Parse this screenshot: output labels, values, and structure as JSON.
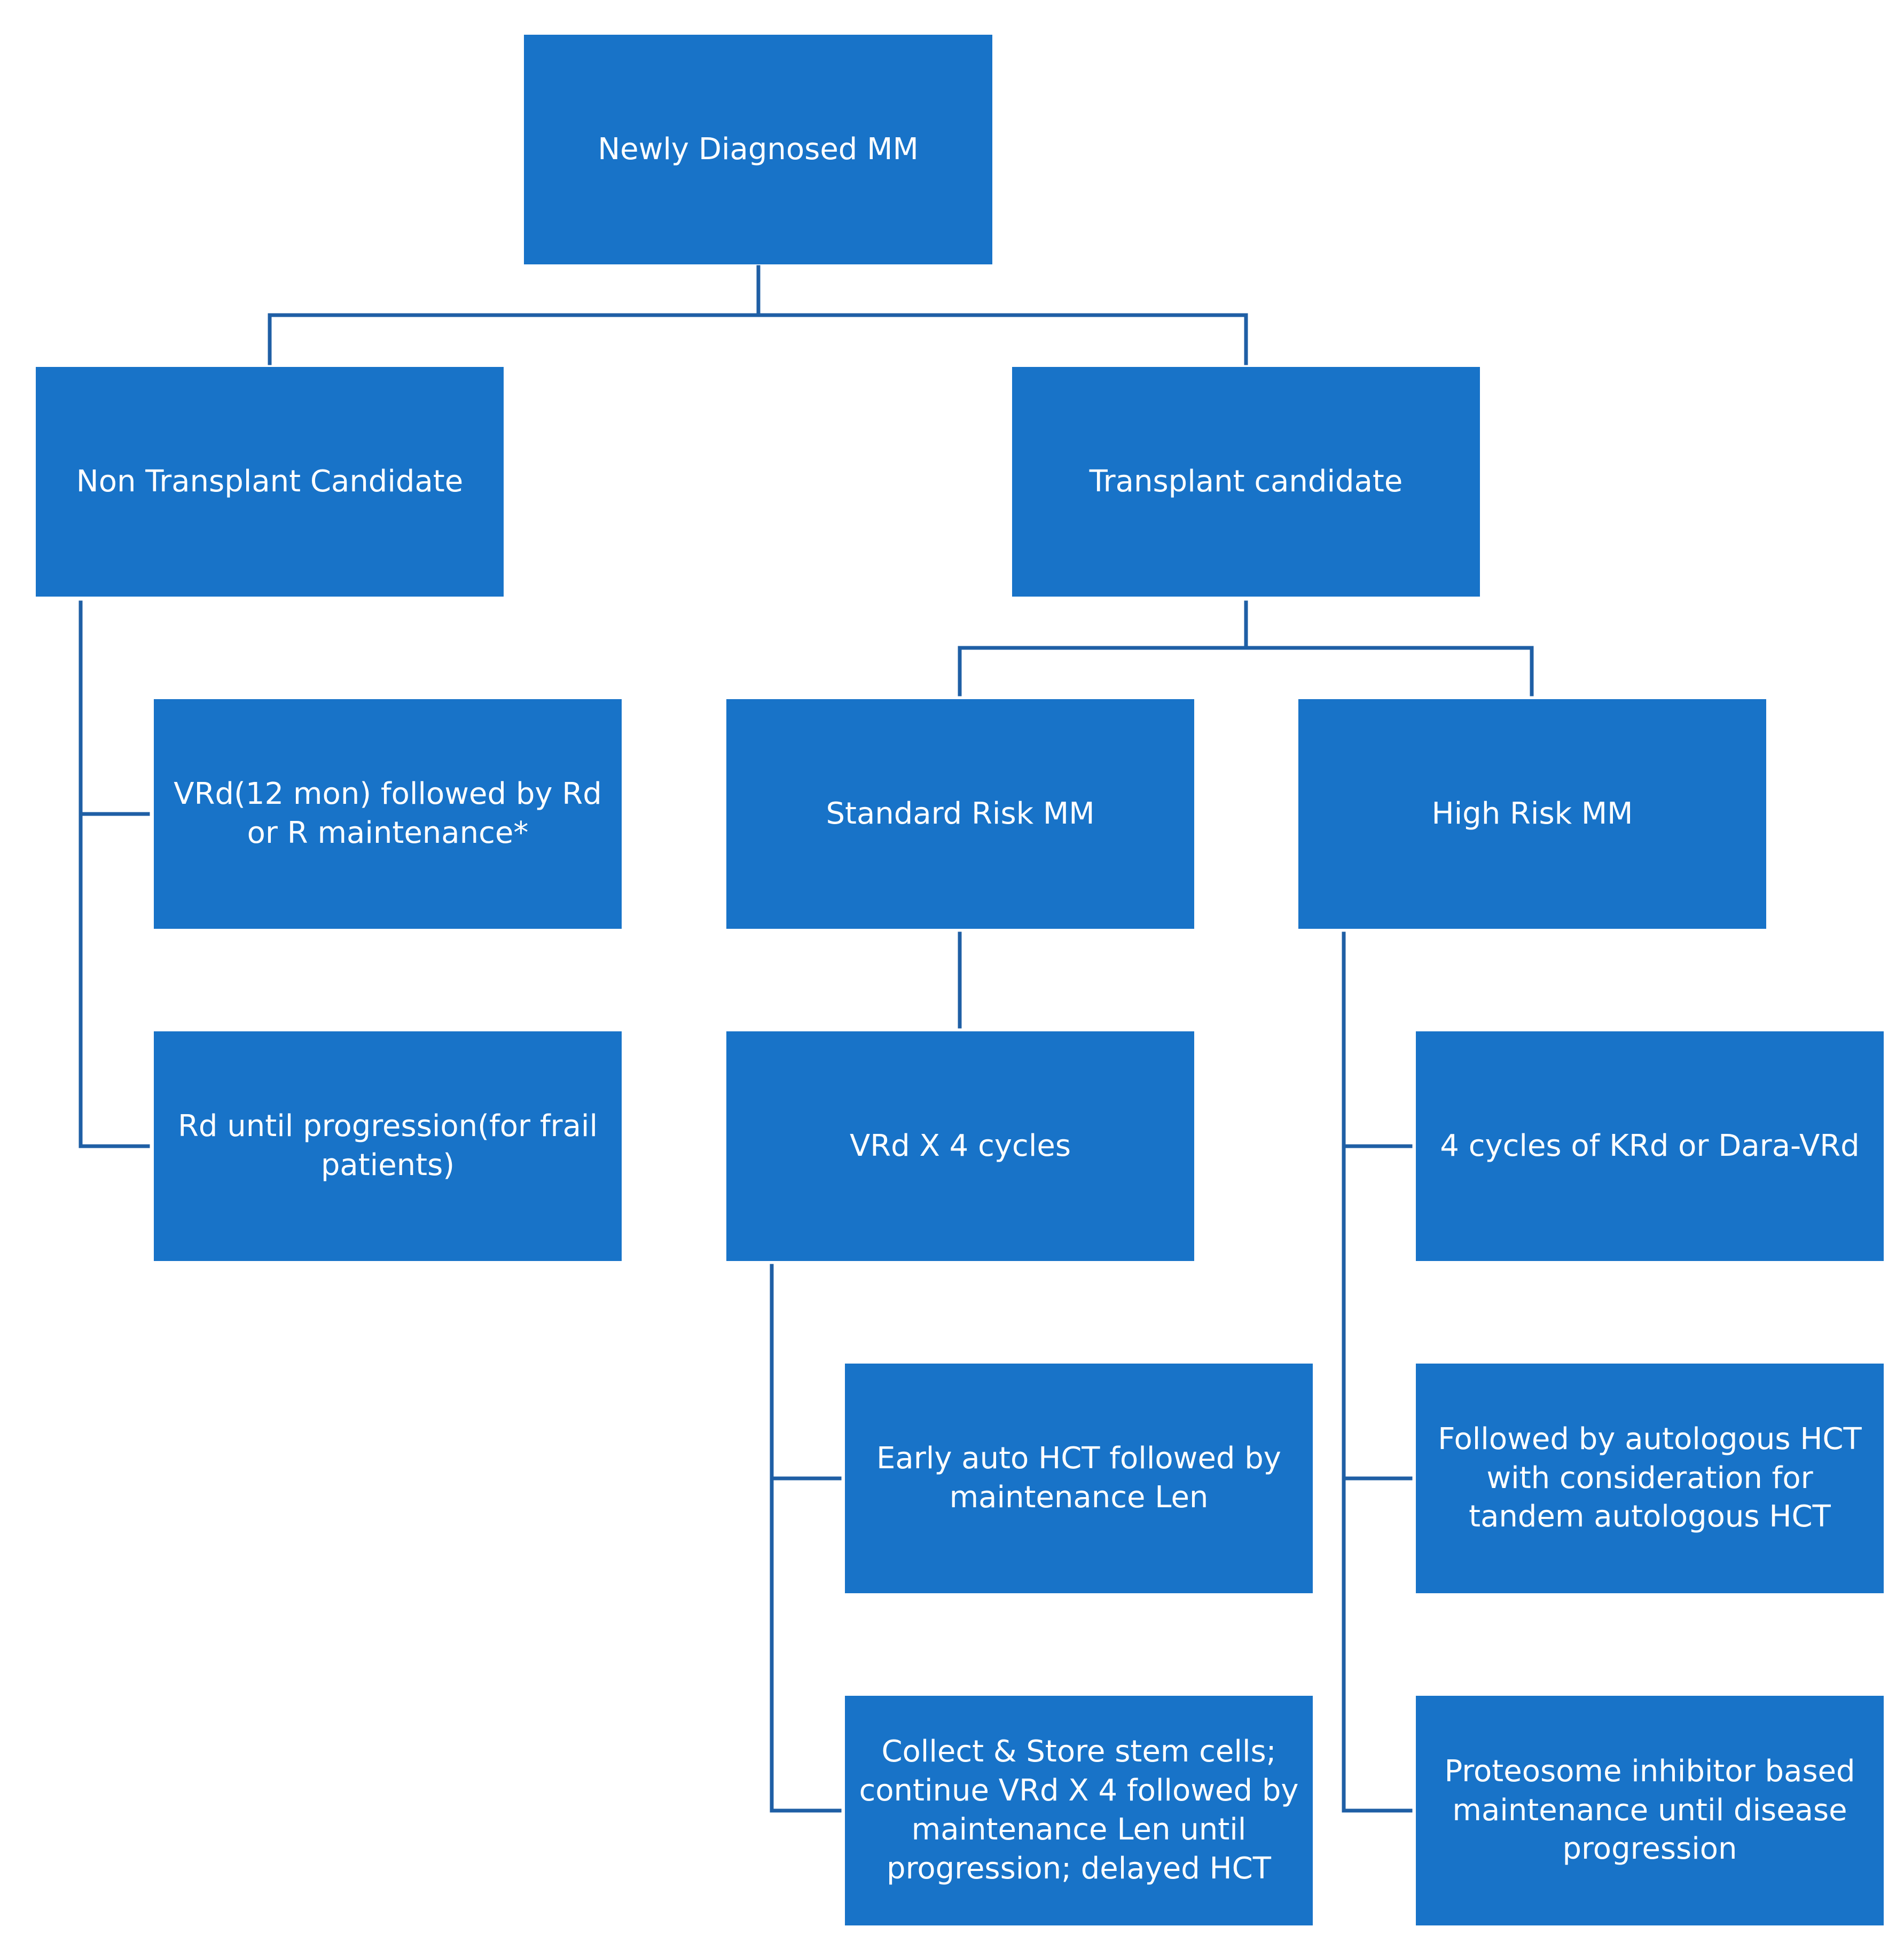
{
  "diagram": {
    "root": "Newly Diagnosed MM",
    "non_transplant": {
      "label": "Non Transplant Candidate",
      "options": [
        "VRd(12 mon) followed by Rd or R maintenance*",
        "Rd until progression(for frail patients)"
      ]
    },
    "transplant": {
      "label": "Transplant candidate",
      "standard_risk": {
        "label": "Standard Risk MM",
        "induction": "VRd X 4 cycles",
        "options": [
          "Early auto HCT followed by maintenance Len",
          "Collect & Store stem cells; continue VRd X 4 followed by maintenance Len until progression; delayed HCT"
        ]
      },
      "high_risk": {
        "label": "High Risk MM",
        "steps": [
          "4 cycles of KRd or Dara-VRd",
          "Followed by autologous HCT with consideration for tandem autologous HCT",
          "Proteosome inhibitor based maintenance until disease progression"
        ]
      }
    },
    "colors": {
      "box_fill": "#1873C8",
      "connector": "#1F5FA5",
      "text": "#FFFFFF"
    }
  }
}
